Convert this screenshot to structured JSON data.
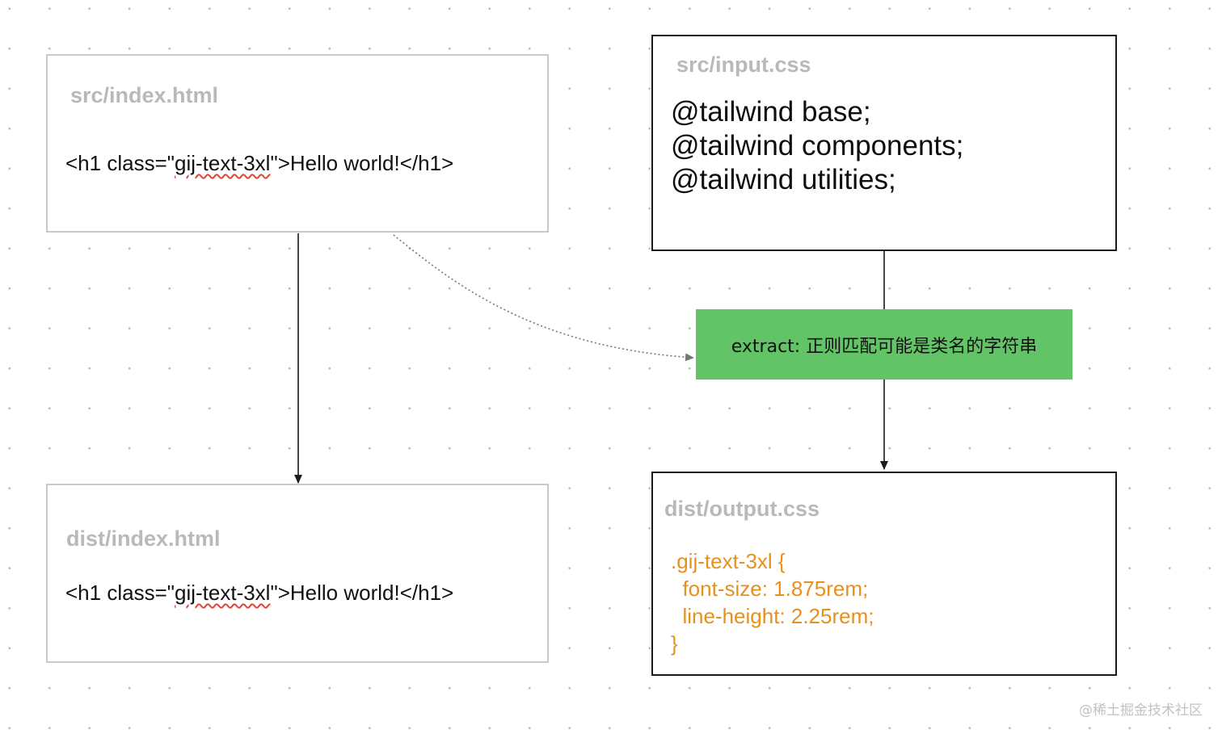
{
  "src_html": {
    "title": "src/index.html",
    "code_before": "<h1 class=\"",
    "code_class": "gij-text-3xl",
    "code_after": "\">Hello world!</h1>"
  },
  "src_css": {
    "title": "src/input.css",
    "lines": [
      "@tailwind base;",
      "@tailwind components;",
      "@tailwind utilities;"
    ]
  },
  "extract": {
    "label": "extract: 正则匹配可能是类名的字符串",
    "color": "#62c466"
  },
  "dist_html": {
    "title": "dist/index.html",
    "code_before": "<h1 class=\"",
    "code_class": "gij-text-3xl",
    "code_after": "\">Hello world!</h1>"
  },
  "dist_css": {
    "title": "dist/output.css",
    "lines": [
      ".gij-text-3xl {",
      "  font-size: 1.875rem;",
      "  line-height: 2.25rem;",
      "}"
    ],
    "color": "#e8901c"
  },
  "watermark": "@稀土掘金技术社区"
}
